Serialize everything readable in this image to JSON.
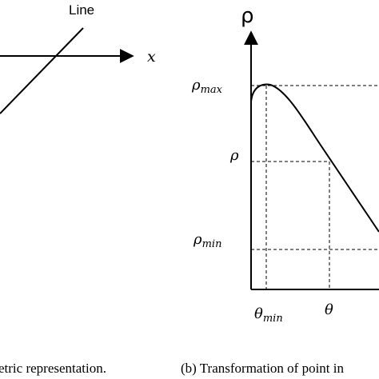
{
  "panel_a": {
    "line_label": "Line",
    "x_axis_label": "x",
    "caption": "etric representation."
  },
  "panel_b": {
    "rho_axis_label": "ρ",
    "rho_max_label": {
      "base": "ρ",
      "sub": "max"
    },
    "rho_label": "ρ",
    "rho_min_label": {
      "base": "ρ",
      "sub": "min"
    },
    "theta_min_label": {
      "base": "θ",
      "sub": "min"
    },
    "theta_label": "θ",
    "caption": "(b) Transformation of point in"
  }
}
